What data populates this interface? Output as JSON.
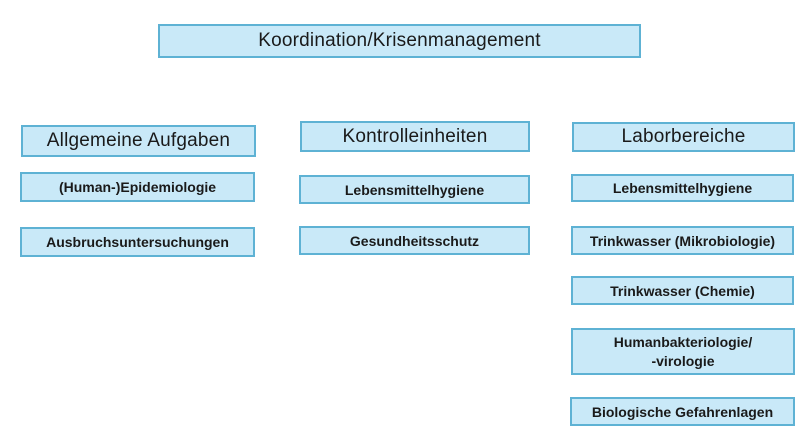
{
  "diagram": {
    "title_box": "Koordination/Krisenmanagement",
    "colors": {
      "background": "#ffffff",
      "box_fill": "#c9e9f8",
      "box_border": "#5eb2d4",
      "text": "#1a1a1a"
    },
    "columns": [
      {
        "header": "Allgemeine Aufgaben",
        "items": [
          "(Human-)Epidemiologie",
          "Ausbruchsuntersuchungen"
        ]
      },
      {
        "header": "Kontrolleinheiten",
        "items": [
          "Lebensmittelhygiene",
          "Gesundheitsschutz"
        ]
      },
      {
        "header": "Laborbereiche",
        "items": [
          "Lebensmittelhygiene",
          "Trinkwasser (Mikrobiologie)",
          "Trinkwasser (Chemie)",
          "Humanbakteriologie/\n-virologie",
          "Biologische Gefahrenlagen"
        ]
      }
    ]
  }
}
